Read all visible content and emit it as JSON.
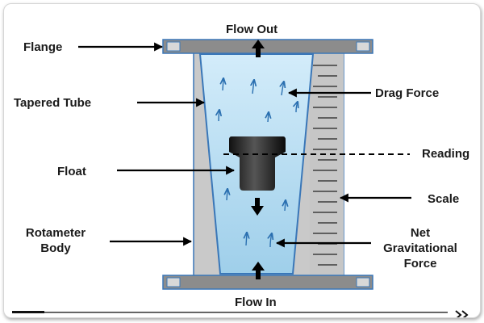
{
  "labels": {
    "flow_out": "Flow Out",
    "flow_in": "Flow In",
    "flange": "Flange",
    "tapered_tube": "Tapered Tube",
    "float": "Float",
    "rotameter_body_1": "Rotameter",
    "rotameter_body_2": "Body",
    "drag_force": "Drag Force",
    "reading": "Reading",
    "scale": "Scale",
    "net_grav_1": "Net",
    "net_grav_2": "Gravitational",
    "net_grav_3": "Force"
  },
  "colors": {
    "fluid": "#a9d5ee",
    "fluid_top": "#cde9f8",
    "body": "#c8c8c8",
    "outline": "#3a77b8",
    "flange": "#8a8a8a",
    "float": "#222222",
    "arrow": "#000000",
    "flow_arrow": "#2a6fb0"
  }
}
